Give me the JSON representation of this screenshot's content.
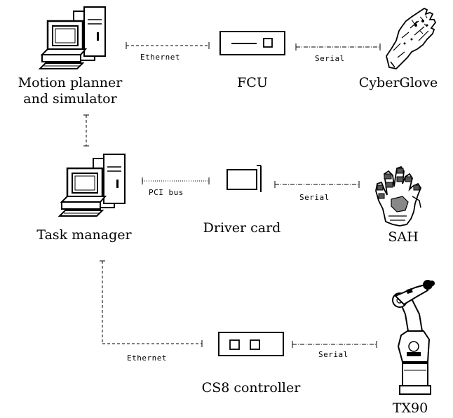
{
  "nodes": {
    "motion_planner": {
      "label_line1": "Motion planner",
      "label_line2": "and simulator",
      "icon": "desktop-computer-icon"
    },
    "fcu": {
      "label": "FCU",
      "icon": "fcu-box-icon"
    },
    "cyberglove": {
      "label": "CyberGlove",
      "icon": "glove-icon"
    },
    "task_manager": {
      "label": "Task manager",
      "icon": "desktop-computer-icon"
    },
    "driver_card": {
      "label": "Driver card",
      "icon": "expansion-card-icon"
    },
    "sah": {
      "label": "SAH",
      "icon": "robotic-hand-icon"
    },
    "cs8": {
      "label": "CS8 controller",
      "icon": "controller-box-icon"
    },
    "tx90": {
      "label": "TX90",
      "icon": "robot-arm-icon"
    }
  },
  "connections": {
    "planner_fcu": "Ethernet",
    "fcu_glove": "Serial",
    "task_driver": "PCI bus",
    "driver_sah": "Serial",
    "task_cs8": "Ethernet",
    "cs8_tx90": "Serial"
  },
  "colors": {
    "ink": "#000000",
    "background": "#ffffff"
  }
}
